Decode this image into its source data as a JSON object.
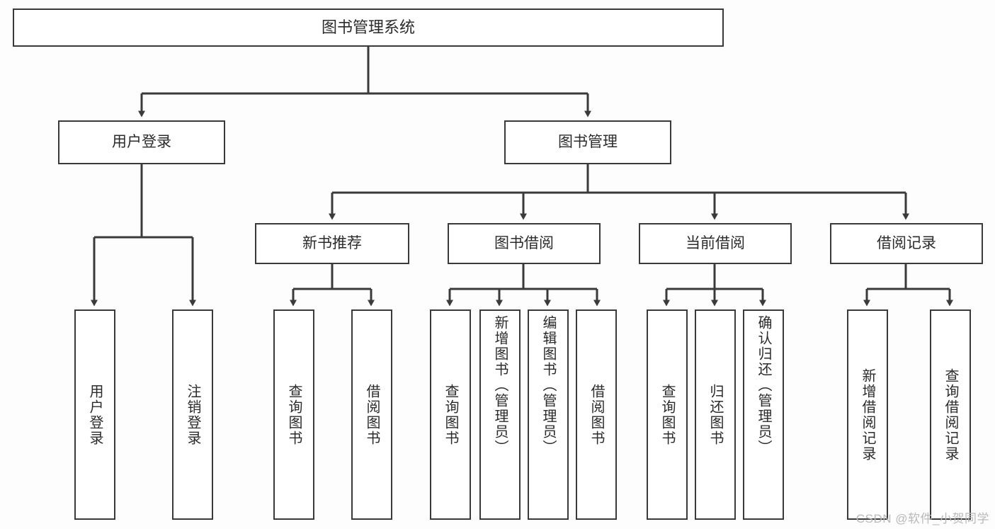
{
  "diagram": {
    "title": "图书管理系统",
    "type": "hierarchy-tree",
    "background_color": "#fdfdfd",
    "line_color": "#3a3a3a",
    "box_fill_color": "#ffffff",
    "text_color": "#2b2b2b"
  },
  "nodes": {
    "root": {
      "label": "图书管理系统"
    },
    "level2": [
      {
        "label": "用户登录"
      },
      {
        "label": "图书管理"
      }
    ],
    "level3": [
      {
        "label": "新书推荐"
      },
      {
        "label": "图书借阅"
      },
      {
        "label": "当前借阅"
      },
      {
        "label": "借阅记录"
      }
    ],
    "leaves": {
      "user_login": [
        {
          "label": "用户登录"
        },
        {
          "label": "注销登录"
        }
      ],
      "new_book_recommend": [
        {
          "label": "查询图书"
        },
        {
          "label": "借阅图书"
        }
      ],
      "book_borrow": [
        {
          "label": "查询图书"
        },
        {
          "label": "新增图书（管理员）"
        },
        {
          "label": "编辑图书（管理员）"
        },
        {
          "label": "借阅图书"
        }
      ],
      "current_borrow": [
        {
          "label": "查询图书"
        },
        {
          "label": "归还图书"
        },
        {
          "label": "确认归还（管理员）"
        }
      ],
      "borrow_record": [
        {
          "label": "新增借阅记录"
        },
        {
          "label": "查询借阅记录"
        }
      ]
    }
  },
  "watermark": {
    "text": "CSDN @软件_小贺同学"
  }
}
